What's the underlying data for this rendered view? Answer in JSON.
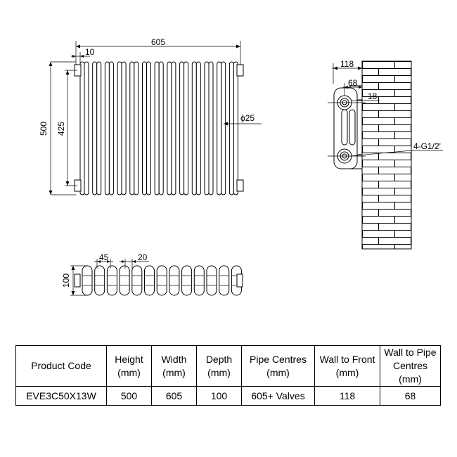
{
  "front_view": {
    "width_label": "605",
    "offset_label": "10",
    "height_label": "500",
    "centres_label": "425",
    "pipe_label": "ϕ25"
  },
  "plan_view": {
    "section_label": "45",
    "gap_label": "20",
    "depth_label": "100"
  },
  "side_view": {
    "wall_label": "118",
    "pipe_wall_label": "68",
    "pipe_offset_label": "18",
    "thread_label": "4-G1/2'"
  },
  "table": {
    "headers": [
      "Product Code",
      "Height\n(mm)",
      "Width\n(mm)",
      "Depth\n(mm)",
      "Pipe Centres\n(mm)",
      "Wall to Front\n(mm)",
      "Wall to Pipe\nCentres\n(mm)"
    ],
    "row": [
      "EVE3C50X13W",
      "500",
      "605",
      "100",
      "605+ Valves",
      "118",
      "68"
    ]
  }
}
